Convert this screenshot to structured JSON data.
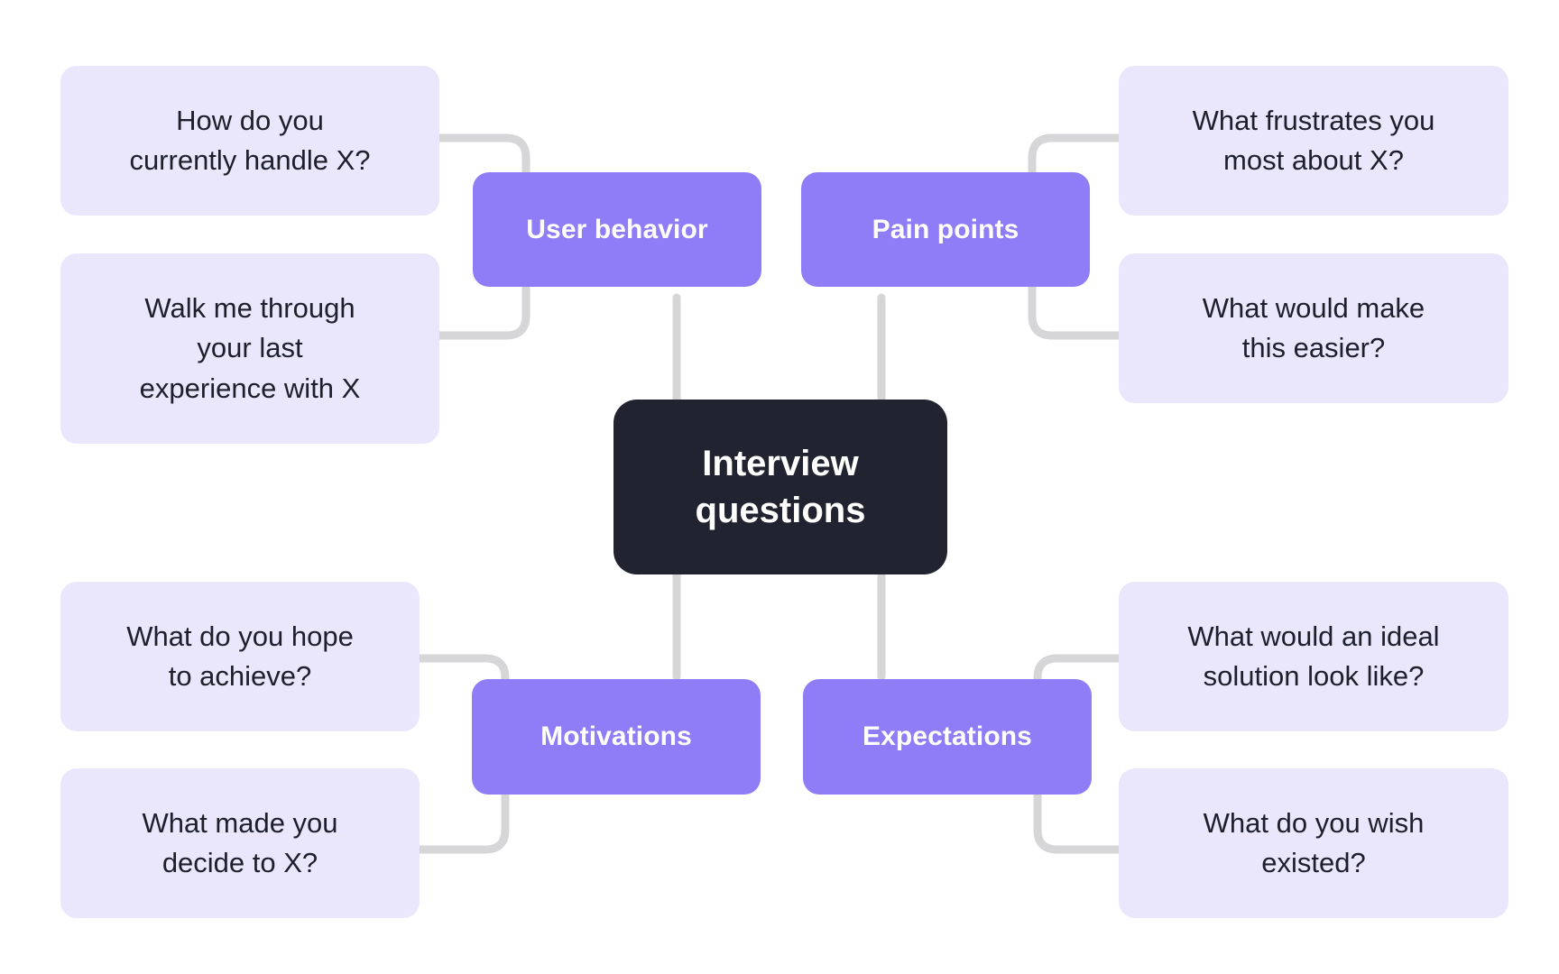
{
  "theme": {
    "background": "#ffffff",
    "leaf_bg": "#eae6fb",
    "leaf_text": "#1d1f2b",
    "category_bg": "#8f7cf7",
    "category_text": "#ffffff",
    "center_bg": "#212330",
    "center_text": "#ffffff",
    "connector": "#d6d6d9"
  },
  "center": {
    "label": "Interview\nquestions"
  },
  "categories": [
    {
      "id": "user-behavior",
      "label": "User behavior",
      "position": "top-left"
    },
    {
      "id": "pain-points",
      "label": "Pain points",
      "position": "top-right"
    },
    {
      "id": "motivations",
      "label": "Motivations",
      "position": "bottom-left"
    },
    {
      "id": "expectations",
      "label": "Expectations",
      "position": "bottom-right"
    }
  ],
  "questions": [
    {
      "id": "q1",
      "category": "user-behavior",
      "label": "How do you\ncurrently handle X?"
    },
    {
      "id": "q2",
      "category": "user-behavior",
      "label": "Walk me through\nyour last\nexperience with X"
    },
    {
      "id": "q3",
      "category": "pain-points",
      "label": "What frustrates you\nmost about X?"
    },
    {
      "id": "q4",
      "category": "pain-points",
      "label": "What would make\nthis easier?"
    },
    {
      "id": "q5",
      "category": "motivations",
      "label": "What do you hope\nto achieve?"
    },
    {
      "id": "q6",
      "category": "motivations",
      "label": "What made you\ndecide to X?"
    },
    {
      "id": "q7",
      "category": "expectations",
      "label": "What would an ideal\nsolution look like?"
    },
    {
      "id": "q8",
      "category": "expectations",
      "label": "What do you wish\nexisted?"
    }
  ]
}
